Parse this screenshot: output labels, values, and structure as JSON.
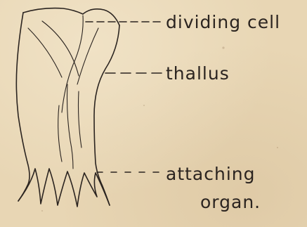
{
  "labels": {
    "dividing_cell": "dividing cell",
    "thallus": "thallus",
    "attaching_organ_line1": "attaching",
    "attaching_organ_line2": "organ."
  },
  "colors": {
    "paper": "#e8d6b4",
    "ink": "#2b2420"
  }
}
